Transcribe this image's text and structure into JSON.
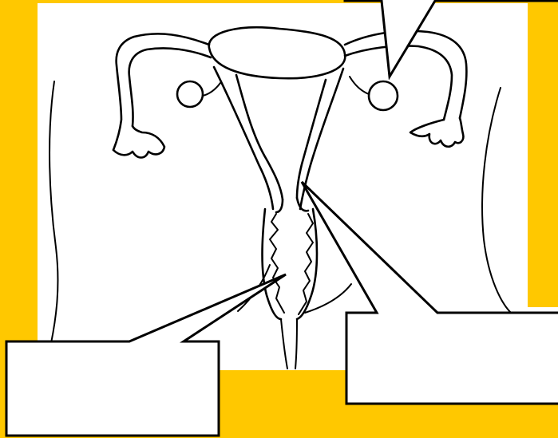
{
  "figure": {
    "subject": "female-reproductive-system",
    "colors": {
      "background": "#FFC800",
      "panel": "#FFFFFF",
      "line": "#000000"
    },
    "callouts": [
      {
        "id": "ovary-callout",
        "text": ""
      },
      {
        "id": "cervix-callout",
        "text": ""
      },
      {
        "id": "uterus-callout",
        "text": ""
      }
    ]
  }
}
